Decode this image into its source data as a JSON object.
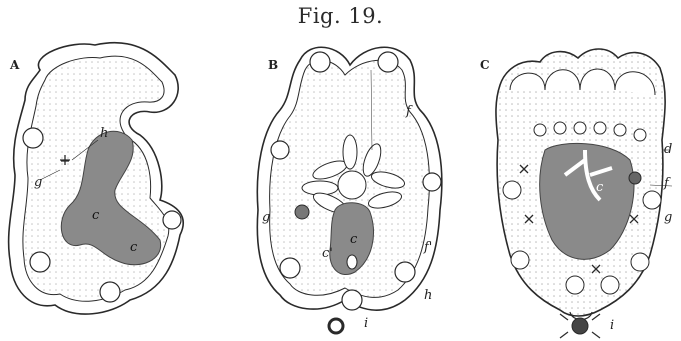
{
  "figure": {
    "title": "Fig. 19.",
    "panels": [
      {
        "id": "A",
        "label": "A",
        "labels": [
          "h",
          "g",
          "c",
          "c"
        ]
      },
      {
        "id": "B",
        "label": "B",
        "labels": [
          "f",
          "g",
          "c'",
          "c",
          "f'",
          "h",
          "i"
        ]
      },
      {
        "id": "C",
        "label": "C",
        "labels": [
          "d",
          "f",
          "g",
          "c",
          "i"
        ]
      }
    ]
  },
  "colors": {
    "ink": "#2a2a2a",
    "shade": "#8a8a8a",
    "paper": "#ffffff"
  }
}
